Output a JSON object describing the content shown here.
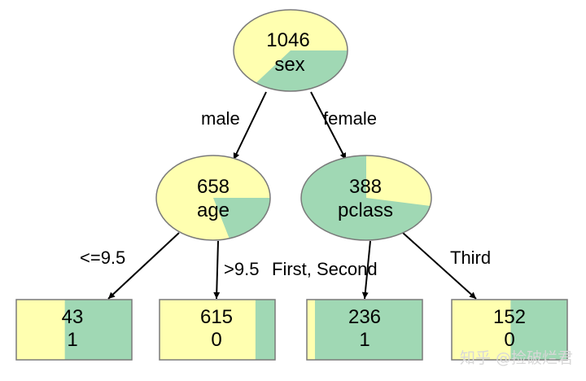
{
  "colors": {
    "yellow": "#FFFFB0",
    "green": "#A0D8B4",
    "outline": "#7A7A7A",
    "edge": "#000000"
  },
  "nodes": {
    "root": {
      "count": "1046",
      "feature": "sex",
      "frac_green": 0.38
    },
    "age": {
      "count": "658",
      "feature": "age",
      "frac_green": 0.19
    },
    "pclass": {
      "count": "388",
      "feature": "pclass",
      "frac_green": 0.73
    }
  },
  "leaves": {
    "leaf1": {
      "count": "43",
      "label": "1",
      "frac_green": 0.58
    },
    "leaf2": {
      "count": "615",
      "label": "0",
      "frac_green": 0.17
    },
    "leaf3": {
      "count": "236",
      "label": "1",
      "frac_green": 0.93
    },
    "leaf4": {
      "count": "152",
      "label": "0",
      "frac_green": 0.49
    }
  },
  "edges": {
    "male": "male",
    "female": "female",
    "le95": "<=9.5",
    "gt95": ">9.5",
    "firstsecond": "First, Second",
    "third": "Third"
  },
  "watermark": "知乎 @捡破烂君"
}
